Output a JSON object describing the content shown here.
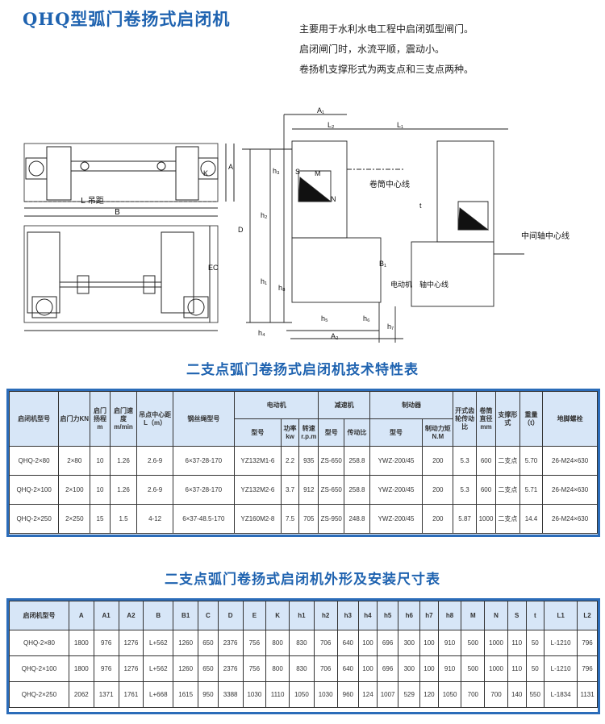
{
  "title": "QHQ型弧门卷扬式启闭机",
  "description": [
    "主要用于水利水电工程中启闭弧型闸门。",
    "启闭闸门时，水流平顺，震动小。",
    "卷扬机支撑形式为两支点和三支点两种。"
  ],
  "drawing": {
    "label_span": "L 吊距",
    "label_B": "B",
    "label_K": "K",
    "label_A": "A",
    "label_E": "E",
    "label_C": "C",
    "label_D": "D",
    "label_A1": "A₁",
    "label_A2": "A₂",
    "label_L1": "L₁",
    "label_L2": "L₂",
    "label_h1": "h₁",
    "label_h2": "h₂",
    "label_h3": "h₃",
    "label_h4": "h₄",
    "label_h5": "h₅",
    "label_h6": "h₆",
    "label_h7": "h₇",
    "label_h8": "h₈",
    "label_S": "S",
    "label_M": "M",
    "label_N": "N",
    "label_t": "t",
    "label_B1": "B₁",
    "label_drum_center": "卷筒中心线",
    "label_mid_axis": "中间轴中心线",
    "label_motor": "电动机",
    "label_motor_axis": "轴中心线"
  },
  "table1": {
    "title": "二支点弧门卷扬式启闭机技术特性表",
    "headers": {
      "model": "启闭机型号",
      "force": "启门力KN",
      "lift": "启门扬程m",
      "speed": "启门速度m/min",
      "span": "吊点中心距L（m）",
      "rope": "钢丝绳型号",
      "motor": "电动机",
      "motor_model": "型号",
      "power": "功率kw",
      "rpm": "转速r.p.m",
      "reducer": "减速机",
      "reducer_model": "型号",
      "ratio": "传动比",
      "brake": "制动器",
      "brake_model": "型号",
      "torque": "制动力矩N.M",
      "gear_ratio": "开式齿轮传动比",
      "drum": "卷筒直径mm",
      "support": "支撑形式",
      "weight": "重量（t）",
      "bolt": "地脚螺栓"
    },
    "rows": [
      [
        "QHQ-2×80",
        "2×80",
        "10",
        "1.26",
        "2.6-9",
        "6×37-28-170",
        "YZ132M1-6",
        "2.2",
        "935",
        "ZS-650",
        "258.8",
        "YWZ-200/45",
        "200",
        "5.3",
        "600",
        "二支点",
        "5.70",
        "26-M24×630"
      ],
      [
        "QHQ-2×100",
        "2×100",
        "10",
        "1.26",
        "2.6-9",
        "6×37-28-170",
        "YZ132M2-6",
        "3.7",
        "912",
        "ZS-650",
        "258.8",
        "YWZ-200/45",
        "200",
        "5.3",
        "600",
        "二支点",
        "5.71",
        "26-M24×630"
      ],
      [
        "QHQ-2×250",
        "2×250",
        "15",
        "1.5",
        "4-12",
        "6×37-48.5-170",
        "YZ160M2-8",
        "7.5",
        "705",
        "ZS-950",
        "248.8",
        "YWZ-200/45",
        "200",
        "5.87",
        "1000",
        "二支点",
        "14.4",
        "26-M24×630"
      ]
    ]
  },
  "table2": {
    "title": "二支点弧门卷扬式启闭机外形及安装尺寸表",
    "headers": [
      "启闭机型号",
      "A",
      "A1",
      "A2",
      "B",
      "B1",
      "C",
      "D",
      "E",
      "K",
      "h1",
      "h2",
      "h3",
      "h4",
      "h5",
      "h6",
      "h7",
      "h8",
      "M",
      "N",
      "S",
      "t",
      "L1",
      "L2"
    ],
    "rows": [
      [
        "QHQ-2×80",
        "1800",
        "976",
        "1276",
        "L+562",
        "1260",
        "650",
        "2376",
        "756",
        "800",
        "830",
        "706",
        "640",
        "100",
        "696",
        "300",
        "100",
        "910",
        "500",
        "1000",
        "110",
        "50",
        "L-1210",
        "796"
      ],
      [
        "QHQ-2×100",
        "1800",
        "976",
        "1276",
        "L+562",
        "1260",
        "650",
        "2376",
        "756",
        "800",
        "830",
        "706",
        "640",
        "100",
        "696",
        "300",
        "100",
        "910",
        "500",
        "1000",
        "110",
        "50",
        "L-1210",
        "796"
      ],
      [
        "QHQ-2×250",
        "2062",
        "1371",
        "1761",
        "L+668",
        "1615",
        "950",
        "3388",
        "1030",
        "1110",
        "1050",
        "1030",
        "960",
        "124",
        "1007",
        "529",
        "120",
        "1050",
        "700",
        "700",
        "140",
        "550",
        "L-1834",
        "1131"
      ]
    ]
  },
  "colors": {
    "accent": "#1f63b0",
    "frame": "#2b6cb9",
    "header_bg": "#d7e6f7"
  }
}
